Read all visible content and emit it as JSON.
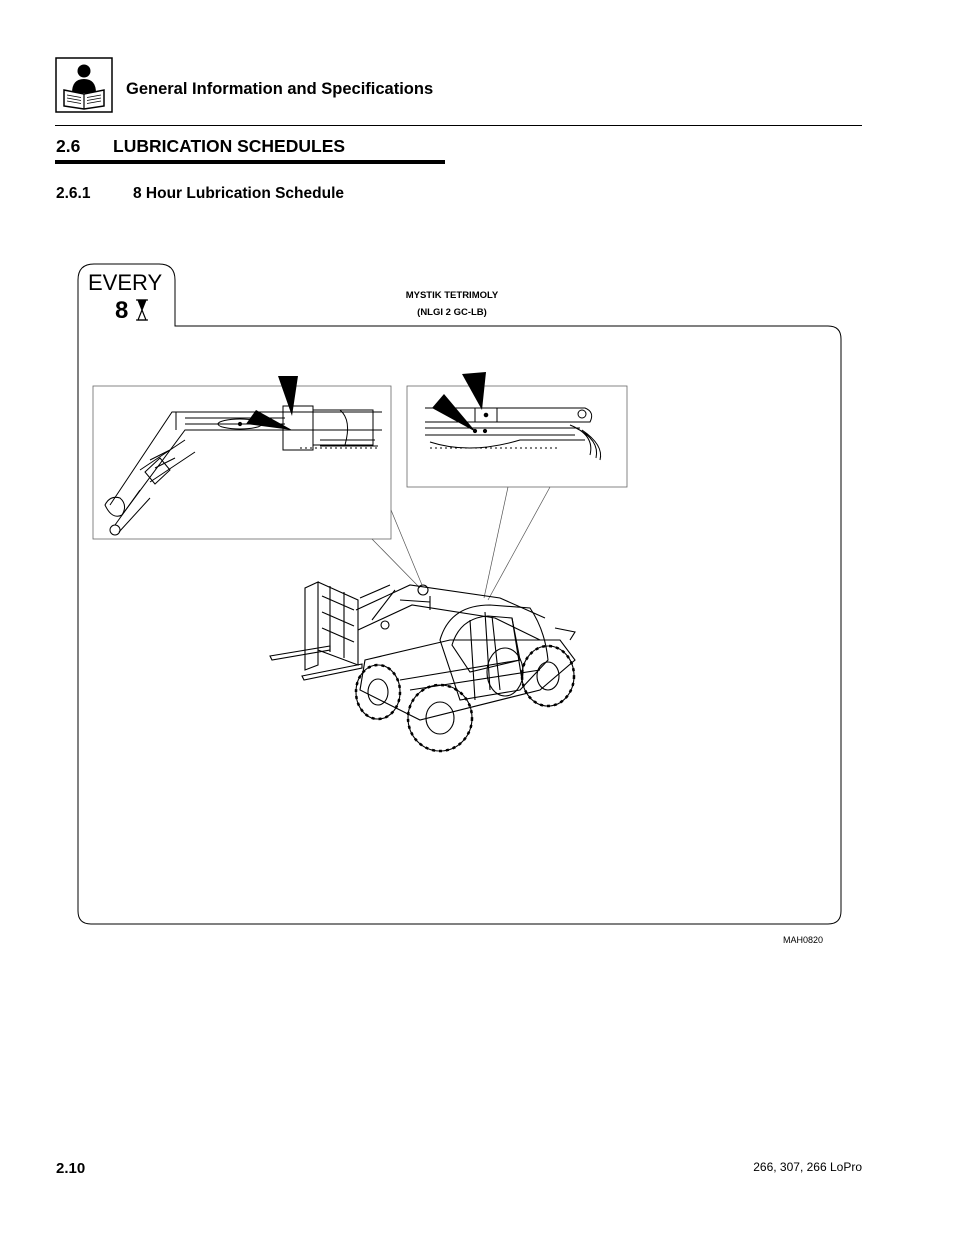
{
  "header": {
    "title": "General Information and Specifications",
    "icon": "book-reader-icon"
  },
  "section": {
    "number": "2.6",
    "title": "LUBRICATION SCHEDULES"
  },
  "subsection": {
    "number": "2.6.1",
    "title": "8 Hour Lubrication Schedule"
  },
  "figure": {
    "interval_word": "EVERY",
    "interval_hours": "8",
    "interval_icon": "hourglass-icon",
    "lubricant_line1": "MYSTIK TETRIMOLY",
    "lubricant_line2": "(NLGI 2 GC-LB)",
    "figure_code": "MAH0820"
  },
  "footer": {
    "page_number": "2.10",
    "models": "266, 307, 266 LoPro"
  }
}
